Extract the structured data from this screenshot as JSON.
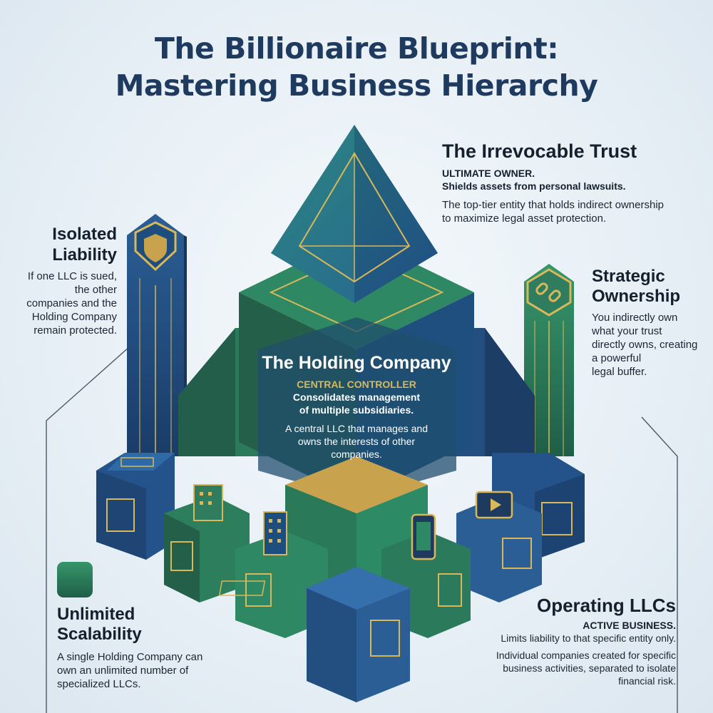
{
  "title": {
    "line1": "The Billionaire Blueprint:",
    "line2": "Mastering Business Hierarchy"
  },
  "trust": {
    "heading": "The Irrevocable Trust",
    "sub1": "ULTIMATE OWNER.",
    "sub2": "Shields assets from personal lawsuits.",
    "body1": "The top-tier entity that holds indirect ownership",
    "body2": "to maximize legal asset protection."
  },
  "isolated": {
    "heading1": "Isolated",
    "heading2": "Liability",
    "body": [
      "If one LLC is sued,",
      "the other",
      "companies and the",
      "Holding Company",
      "remain protected."
    ]
  },
  "strategic": {
    "heading1": "Strategic",
    "heading2": "Ownership",
    "body": [
      "You indirectly own",
      "what your trust",
      "directly owns, creating",
      "a powerful",
      "legal buffer."
    ]
  },
  "holding": {
    "heading": "The Holding Company",
    "label": "CENTRAL CONTROLLER",
    "sub1": "Consolidates management",
    "sub2": "of multiple subsidiaries.",
    "body": [
      "A central LLC that manages and",
      "owns the interests of other",
      "companies."
    ]
  },
  "scalability": {
    "heading1": "Unlimited",
    "heading2": "Scalability",
    "body": [
      "A single Holding Company can",
      "own an unlimited number of",
      "specialized LLCs."
    ]
  },
  "operating": {
    "heading": "Operating LLCs",
    "sub1": "ACTIVE BUSINESS.",
    "sub2": "Limits liability to that specific entity only.",
    "body": [
      "Individual companies created for specific",
      "business activities, separated to isolate",
      "financial risk."
    ]
  },
  "icons": [
    "shield-icon",
    "chain-link-icon",
    "office-building-icon",
    "smartphone-icon",
    "play-button-icon"
  ],
  "colors": {
    "navy": "#1e3a5f",
    "green": "#2e7d5b",
    "blue": "#24528a",
    "gold": "#d9b85a",
    "background": "#e8f0f6"
  }
}
